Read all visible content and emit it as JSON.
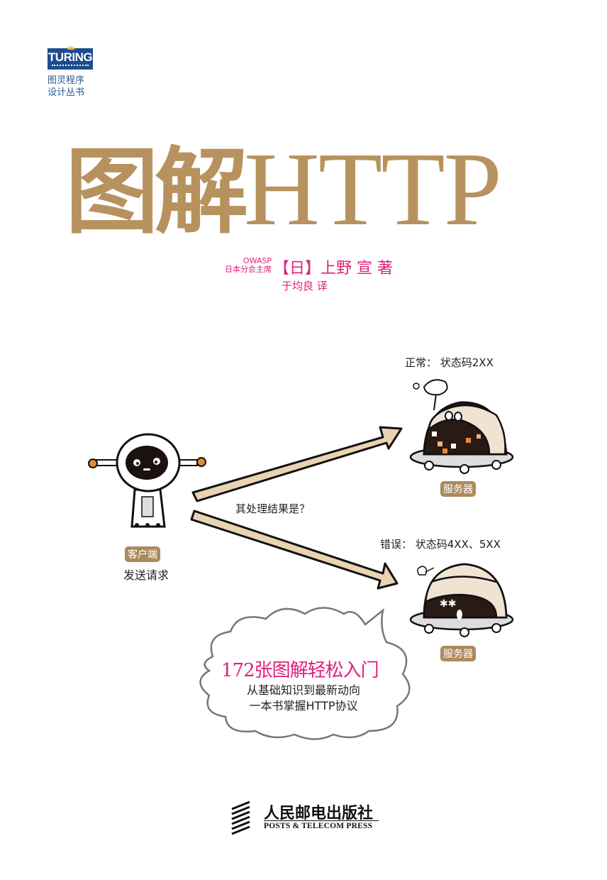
{
  "series": {
    "logo_text": "TURING",
    "name_line1": "图灵程序",
    "name_line2": "设计丛书",
    "logo_color": "#1d4b8f"
  },
  "title": {
    "cn": "图解",
    "en": "HTTP",
    "color": "#b8925e"
  },
  "authors": {
    "role_line1": "OWASP",
    "role_line2": "日本分会主席",
    "author": "【日】上野 宣 著",
    "translator": "于均良 译",
    "color": "#e0207a"
  },
  "illustration": {
    "client_tag": "客户端",
    "client_caption": "发送请求",
    "question": "其处理结果是？",
    "success_label": "正常：  状态码2XX",
    "error_label": "错误：  状态码4XX、5XX",
    "server_tag_top": "服务器",
    "server_tag_bottom": "服务器",
    "arrow_color": "#e9d3b2",
    "tag_color": "#ad8a5c"
  },
  "cloud": {
    "headline": "172张图解轻松入门",
    "line1": "从基础知识到最新动向",
    "line2": "一本书掌握HTTP协议"
  },
  "publisher": {
    "cn": "人民邮电出版社",
    "en": "POSTS & TELECOM PRESS"
  }
}
